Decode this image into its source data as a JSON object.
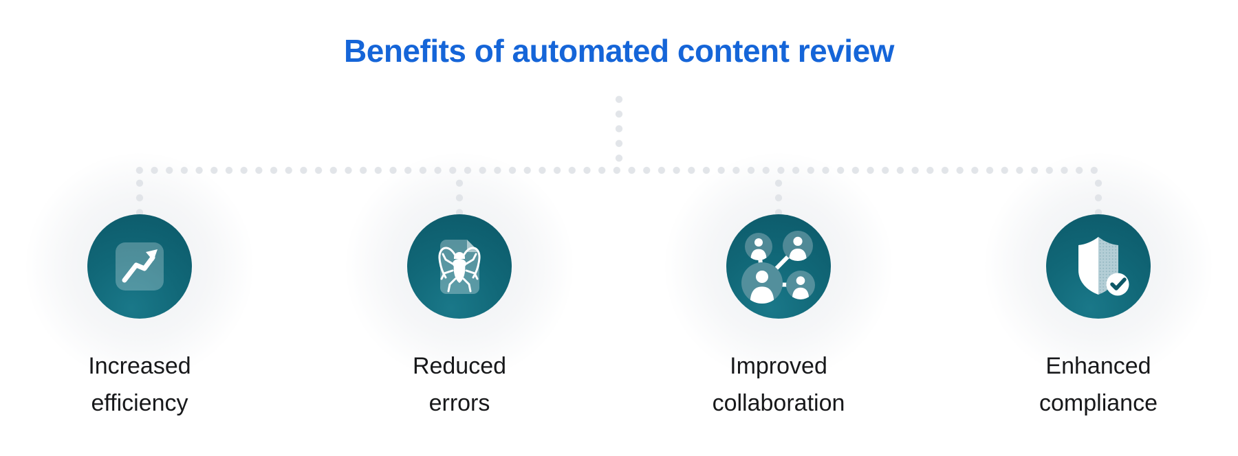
{
  "title": {
    "text": "Benefits of automated content review"
  },
  "benefits": [
    {
      "name": "increased-efficiency",
      "lines": [
        "Increased",
        "efficiency"
      ],
      "icon": "trend-up-icon"
    },
    {
      "name": "reduced-errors",
      "lines": [
        "Reduced",
        "errors"
      ],
      "icon": "bug-document-icon"
    },
    {
      "name": "improved-collaboration",
      "lines": [
        "Improved",
        "collaboration"
      ],
      "icon": "collaboration-network-icon"
    },
    {
      "name": "enhanced-compliance",
      "lines": [
        "Enhanced",
        "compliance"
      ],
      "icon": "shield-check-icon"
    }
  ],
  "colors": {
    "title_blue": "#1565d8",
    "circle_teal_dark": "#0c5868",
    "circle_teal_light": "#1a7889",
    "connector_dot": "#e2e5e9",
    "label_text": "#17181a"
  }
}
